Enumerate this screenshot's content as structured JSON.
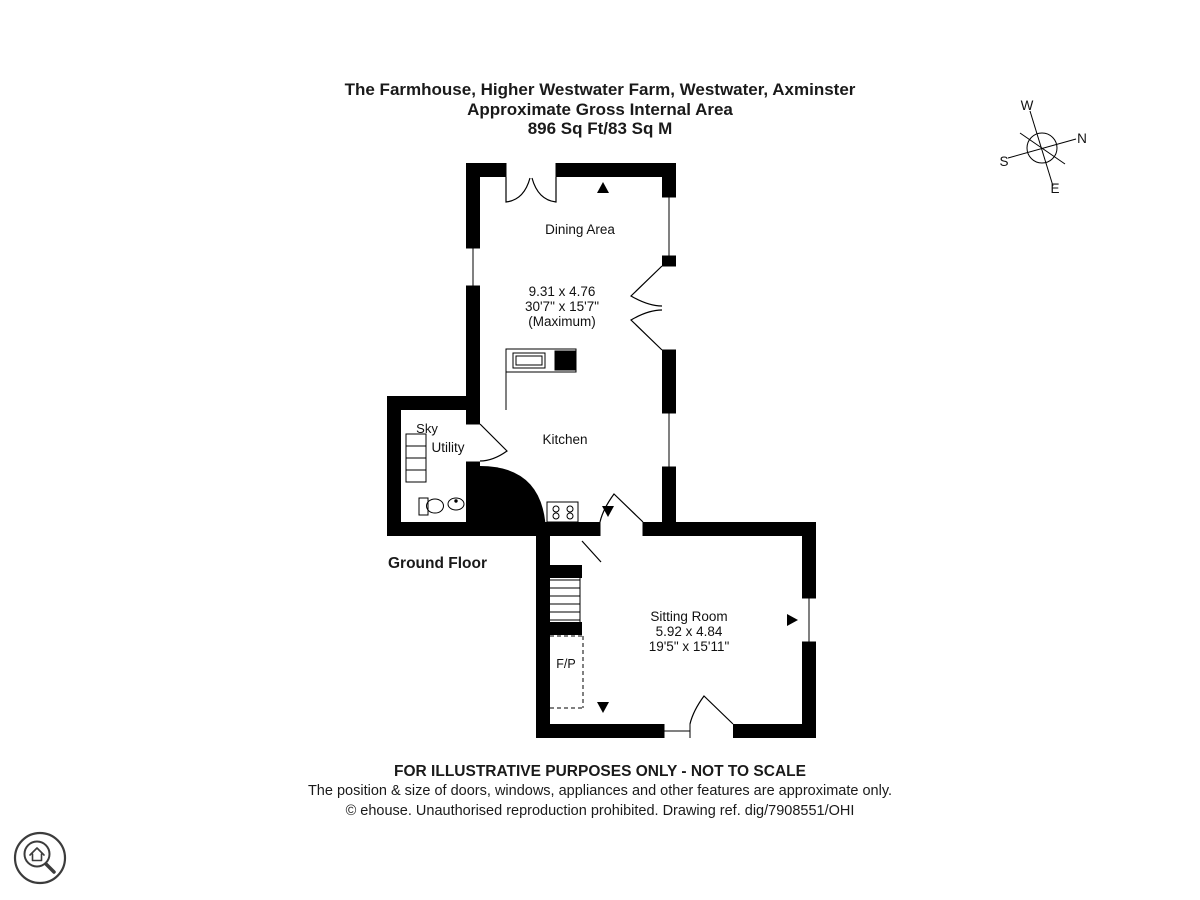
{
  "header": {
    "title": "The Farmhouse, Higher Westwater Farm, Westwater, Axminster",
    "subtitle": "Approximate Gross Internal Area",
    "area": "896 Sq Ft/83 Sq M"
  },
  "compass": {
    "n": "N",
    "s": "S",
    "e": "E",
    "w": "W"
  },
  "floorplan": {
    "floor_label": "Ground Floor",
    "rooms": {
      "dining": {
        "name": "Dining Area",
        "dims_m": "9.31 x 4.76",
        "dims_ft": "30'7\" x 15'7\"",
        "note": "(Maximum)"
      },
      "kitchen": {
        "name": "Kitchen"
      },
      "utility": {
        "sky": "Sky",
        "name": "Utility"
      },
      "sitting": {
        "name": "Sitting Room",
        "dims_m": "5.92 x 4.84",
        "dims_ft": "19'5\" x 15'11\""
      },
      "fireplace": {
        "label": "F/P"
      }
    }
  },
  "footer": {
    "line1": "FOR ILLUSTRATIVE PURPOSES ONLY - NOT TO SCALE",
    "line2": "The position & size of doors, windows, appliances and other features are approximate only.",
    "line3": "© ehouse. Unauthorised reproduction prohibited. Drawing ref. dig/7908551/OHI"
  }
}
